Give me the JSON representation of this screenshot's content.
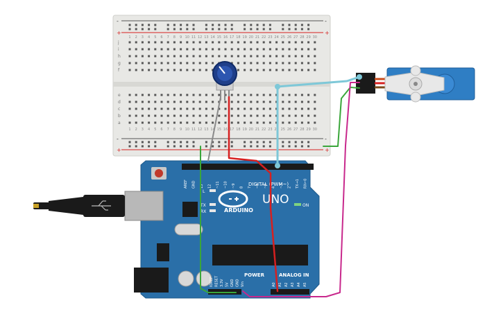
{
  "breadboard": {
    "rail_plus": "+",
    "rail_minus": "-",
    "columns": [
      "1",
      "2",
      "3",
      "4",
      "5",
      "6",
      "7",
      "8",
      "9",
      "10",
      "11",
      "12",
      "13",
      "14",
      "15",
      "16",
      "17",
      "18",
      "19",
      "20",
      "21",
      "22",
      "23",
      "24",
      "25",
      "26",
      "27",
      "28",
      "29",
      "30"
    ],
    "rows_top": [
      "j",
      "i",
      "h",
      "g",
      "f"
    ],
    "rows_bottom": [
      "e",
      "d",
      "c",
      "b",
      "a"
    ]
  },
  "arduino": {
    "brand": "ARDUINO",
    "model": "UNO",
    "digital_label": "DIGITAL (PWM~)",
    "power_label": "POWER",
    "analog_label": "ANALOG IN",
    "on_label": "ON",
    "led_labels": [
      "L",
      "TX",
      "RX"
    ],
    "digital_pins": [
      "AREF",
      "GND",
      "13",
      "12",
      "~11",
      "~10",
      "~9",
      "8",
      "7",
      "~6",
      "~5",
      "4",
      "~3",
      "2",
      "TX→1",
      "RX←0"
    ],
    "power_pins": [
      "IOREF",
      "RESET",
      "3.3V",
      "5V",
      "GND",
      "GND",
      "Vin"
    ],
    "analog_pins": [
      "A0",
      "A1",
      "A2",
      "A3",
      "A4",
      "A5"
    ]
  },
  "colors": {
    "board_blue": "#2a6fa8",
    "breadboard": "#e9e9e6",
    "wire_red": "#d62020",
    "wire_green": "#3aa63a",
    "wire_cyan": "#7ec8d8",
    "wire_magenta": "#c8288c",
    "wire_gray": "#8a8a8a",
    "servo_blue": "#2f7ec4"
  }
}
